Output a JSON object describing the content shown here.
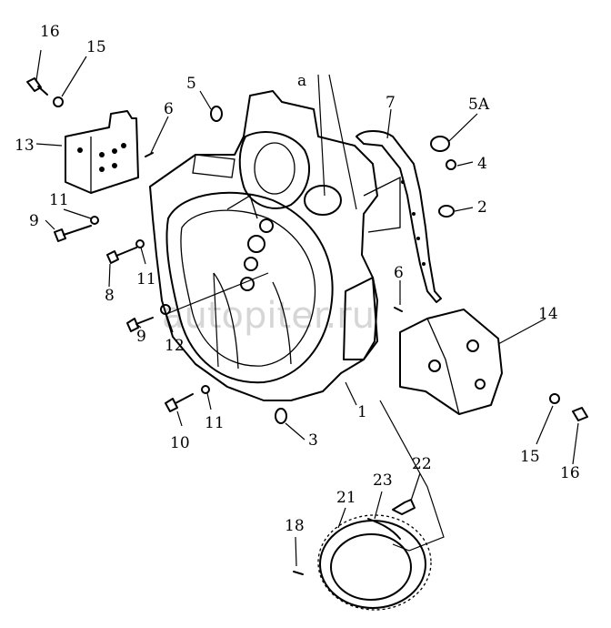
{
  "watermark": "autopiter.ru",
  "callouts": {
    "a": "a",
    "n1": "1",
    "n2": "2",
    "n3": "3",
    "n4": "4",
    "n5": "5",
    "n5a": "5A",
    "n6_upper": "6",
    "n6_lower": "6",
    "n7": "7",
    "n8": "8",
    "n9_upper": "9",
    "n9_lower": "9",
    "n10": "10",
    "n11_upper": "11",
    "n11_mid": "11",
    "n11_lower": "11",
    "n12": "12",
    "n13": "13",
    "n14": "14",
    "n15_top": "15",
    "n15_bottom": "15",
    "n16_top": "16",
    "n16_bottom": "16",
    "n18": "18",
    "n21": "21",
    "n22": "22",
    "n23": "23"
  }
}
